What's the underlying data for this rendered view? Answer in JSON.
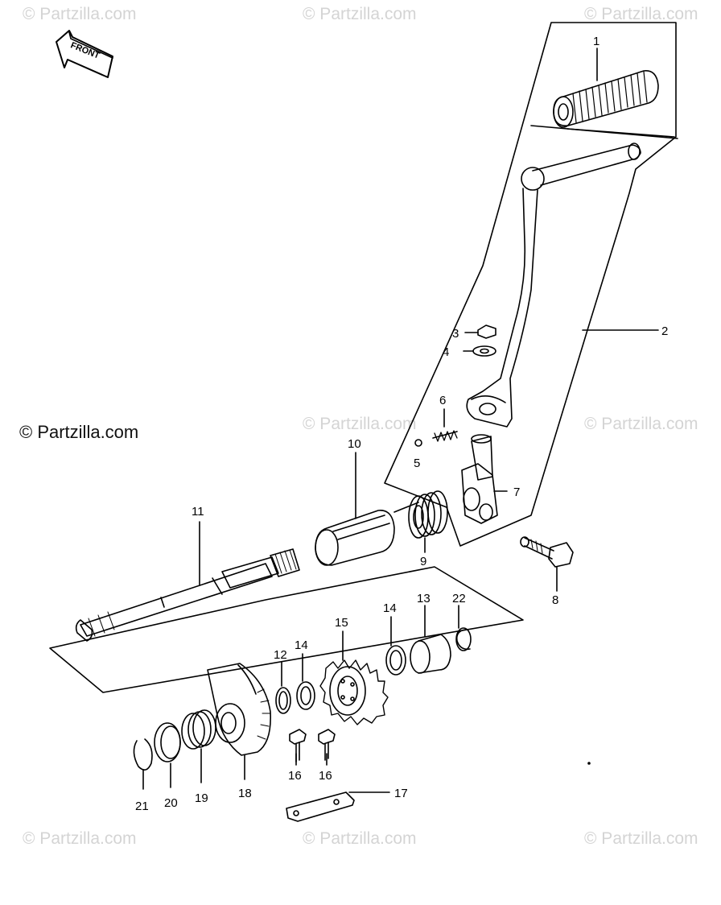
{
  "watermark": {
    "text": "© Partzilla.com",
    "main_text": "© Partzilla.com"
  },
  "front_label": "FRONT",
  "parts": [
    {
      "id": "1",
      "label": "1"
    },
    {
      "id": "2",
      "label": "2"
    },
    {
      "id": "3",
      "label": "3"
    },
    {
      "id": "4",
      "label": "4"
    },
    {
      "id": "5",
      "label": "5"
    },
    {
      "id": "6",
      "label": "6"
    },
    {
      "id": "7",
      "label": "7"
    },
    {
      "id": "8",
      "label": "8"
    },
    {
      "id": "9",
      "label": "9"
    },
    {
      "id": "10",
      "label": "10"
    },
    {
      "id": "11",
      "label": "11"
    },
    {
      "id": "12",
      "label": "12"
    },
    {
      "id": "13",
      "label": "13"
    },
    {
      "id": "14a",
      "label": "14"
    },
    {
      "id": "14b",
      "label": "14"
    },
    {
      "id": "15",
      "label": "15"
    },
    {
      "id": "16a",
      "label": "16"
    },
    {
      "id": "16b",
      "label": "16"
    },
    {
      "id": "17",
      "label": "17"
    },
    {
      "id": "18",
      "label": "18"
    },
    {
      "id": "19",
      "label": "19"
    },
    {
      "id": "20",
      "label": "20"
    },
    {
      "id": "21",
      "label": "21"
    },
    {
      "id": "22",
      "label": "22"
    }
  ]
}
